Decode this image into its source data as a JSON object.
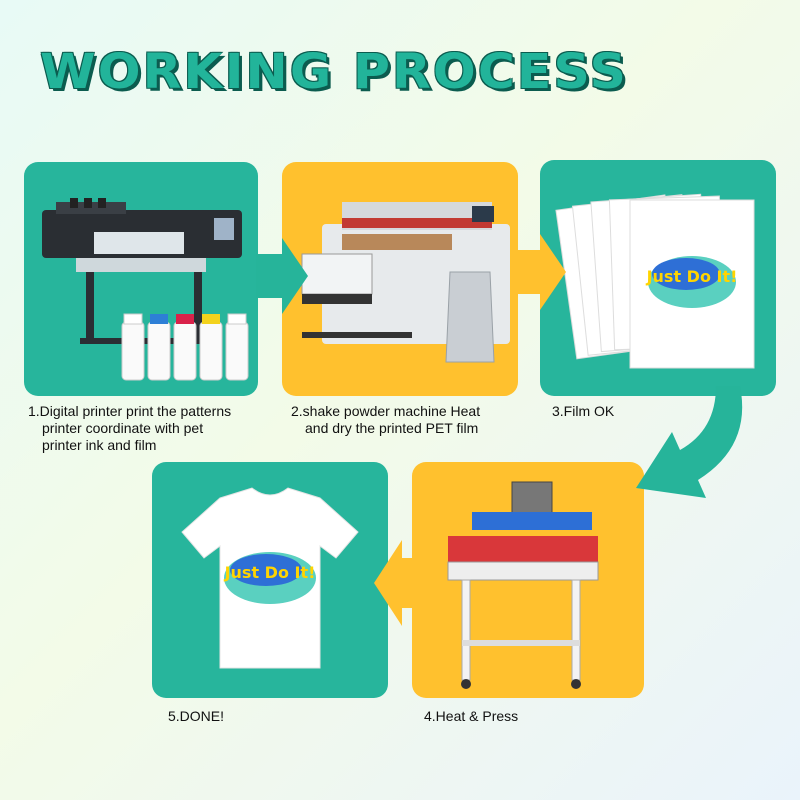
{
  "title": "WORKING PROCESS",
  "colors": {
    "teal": "#27b59c",
    "yellow": "#ffc12e",
    "arrow_teal": "#26b49a",
    "arrow_yellow": "#ffc12e"
  },
  "steps": [
    {
      "icon": "dtf-printer-with-ink-bottles",
      "lines": [
        "1.Digital printer print the patterns",
        "printer coordinate with pet",
        "printer ink and film"
      ]
    },
    {
      "icon": "powder-shaker-machine-and-powder-bag",
      "lines": [
        "2.shake powder machine Heat",
        "and dry the printed PET film"
      ]
    },
    {
      "icon": "stack-of-printed-films",
      "label": "3.Film OK"
    },
    {
      "icon": "heat-press-machine",
      "label": "4.Heat & Press"
    },
    {
      "icon": "printed-tshirt",
      "label": "5.DONE!"
    }
  ],
  "artwork_text": "Just Do It!"
}
